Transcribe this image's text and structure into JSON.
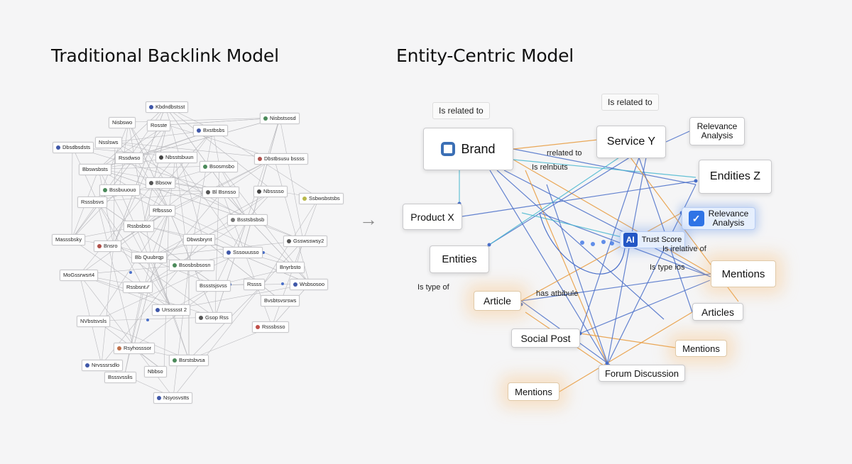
{
  "left": {
    "title": "Traditional Backlink Model",
    "nodes": [
      {
        "label": "Kbdndbstsst",
        "color": "#3f57a8"
      },
      {
        "label": "Nisbswo"
      },
      {
        "label": "Rosste"
      },
      {
        "label": "Nisbstsosd",
        "color": "#4b8a5a"
      },
      {
        "label": "Nsslsws"
      },
      {
        "label": "Bxstbsbs",
        "color": "#3f57a8"
      },
      {
        "label": "Dbsdbsdsts",
        "color": "#3f57a8"
      },
      {
        "label": "Rssdwso"
      },
      {
        "label": "Nbsstsbuun",
        "color": "#444"
      },
      {
        "label": "Dbstbsusu bssss",
        "color": "#b0504a"
      },
      {
        "label": "Bbswsbsts"
      },
      {
        "label": "Bsosmsbo",
        "color": "#4b8a5a"
      },
      {
        "label": "Bbsow",
        "color": "#555"
      },
      {
        "label": "Bssbuuouo",
        "color": "#4b8a5a"
      },
      {
        "label": "Bl Bsnsso",
        "color": "#555"
      },
      {
        "label": "Nbsssso",
        "color": "#444"
      },
      {
        "label": "Ssbwsbstsbs",
        "color": "#b8b84a"
      },
      {
        "label": "Rsssbsvs"
      },
      {
        "label": "Rfbssso"
      },
      {
        "label": "Bsstsbsbsb",
        "color": "#777"
      },
      {
        "label": "Rssbsbso"
      },
      {
        "label": "Masssbsky"
      },
      {
        "label": "Bnsro",
        "color": "#b0504a"
      },
      {
        "label": "Dbwsbrynt"
      },
      {
        "label": "Gsswsswsy2",
        "color": "#555"
      },
      {
        "label": "Sssouusso",
        "color": "#3f57a8"
      },
      {
        "label": "Bb Quubrqp"
      },
      {
        "label": "Bsosbsbsosn",
        "color": "#4b8a5a"
      },
      {
        "label": "Bnyrbsto"
      },
      {
        "label": "MoGssrwsrt4"
      },
      {
        "label": "Rssbsnt ⁄⁄"
      },
      {
        "label": "Bssstsjsvss"
      },
      {
        "label": "Rssss"
      },
      {
        "label": "Wsbsosoo",
        "color": "#3f57a8"
      },
      {
        "label": "Bvsbtsvsrsws"
      },
      {
        "label": "Urssssst 2",
        "color": "#3f57a8"
      },
      {
        "label": "NVbstsvsls"
      },
      {
        "label": "Gsop Rss",
        "color": "#555"
      },
      {
        "label": "Rsssbsso",
        "color": "#c0504a"
      },
      {
        "label": "Rsyhosssor",
        "color": "#c0704a"
      },
      {
        "label": "Bsrstsbvsa",
        "color": "#4b8a5a"
      },
      {
        "label": "Nrvsssrsdlo",
        "color": "#3f57a8"
      },
      {
        "label": "Nbbso"
      },
      {
        "label": "Bsssvsslis"
      },
      {
        "label": "Nsyosvstts",
        "color": "#3f57a8"
      }
    ]
  },
  "right": {
    "title": "Entity-Centric Model",
    "nodes": {
      "brand": "Brand",
      "service_y": "Service Y",
      "relevance_1": [
        "Relevance",
        "Analysis"
      ],
      "entities_z": "Endities Z",
      "relevance_2": [
        "Relevance",
        "Analysis"
      ],
      "product_x": "Product X",
      "trust_score": "Trust Score",
      "ai_badge": "AI",
      "entities": "Entities",
      "mentions_1": "Mentions",
      "article": "Article",
      "articles": "Articles",
      "social_post": "Social Post",
      "mentions_2": "Mentions",
      "forum": "Forum Discussion",
      "mentions_3": "Mentions"
    },
    "labels": {
      "is_related_to_1": "Is related to",
      "is_related_to_2": "Is related to",
      "rrelated_to": "rrelated to",
      "is_relnbuts": "Is relnbuts",
      "is_type_of": "Is type of",
      "has_attribute": "has atbibule",
      "is_type_ios": "Is type ios",
      "relative_of": "Is irelative of"
    },
    "arrow": "→",
    "colors": {
      "blue_edge": "#4a6fc9",
      "orange_edge": "#e89a3c",
      "teal_edge": "#4ab8d0",
      "brand_icon": "#3b6fb5",
      "ai_badge": "#2457c5"
    }
  }
}
